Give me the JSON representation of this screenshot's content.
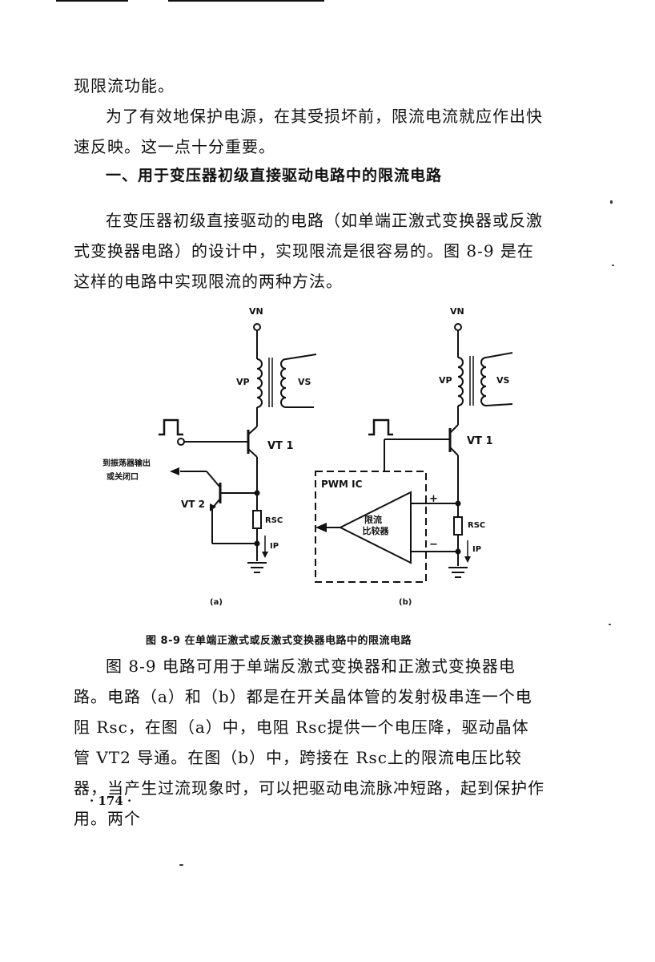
{
  "para1": "现限流功能。",
  "para2": "为了有效地保护电源，在其受损坏前，限流电流就应作出快速反映。这一点十分重要。",
  "heading": "一、用于变压器初级直接驱动电路中的限流电路",
  "para3": "在变压器初级直接驱动的电路（如单端正激式变换器或反激式变换器电路）的设计中，实现限流是很容易的。图 8-9 是在这样的电路中实现限流的两种方法。",
  "figure": {
    "labels": {
      "vin": "VN",
      "vp": "VP",
      "vs": "VS",
      "vt1": "VT 1",
      "vt2": "VT 2",
      "rsc": "RSC",
      "ip": "IP",
      "to_osc_line1": "到振荡器输出",
      "to_osc_line2": "或关闭口",
      "pwmic": "PWM IC",
      "comp_line1": "限流",
      "comp_line2": "比较器",
      "plus": "+",
      "minus": "−",
      "sub_a": "(a)",
      "sub_b": "(b)"
    },
    "caption": "图  8-9   在单端正激式或反激式变换器电路中的限流电路"
  },
  "para4": "图 8-9 电路可用于单端反激式变换器和正激式变换器电路。电路（a）和（b）都是在开关晶体管的发射极串连一个电阻 Rsc，在图（a）中，电阻 Rsc提供一个电压降，驱动晶体管 VT2 导通。在图（b）中，跨接在 Rsc上的限流电压比较器，当产生过流现象时，可以把驱动电流脉冲短路，起到保护作用。两个",
  "page_number": "· 174 ·"
}
